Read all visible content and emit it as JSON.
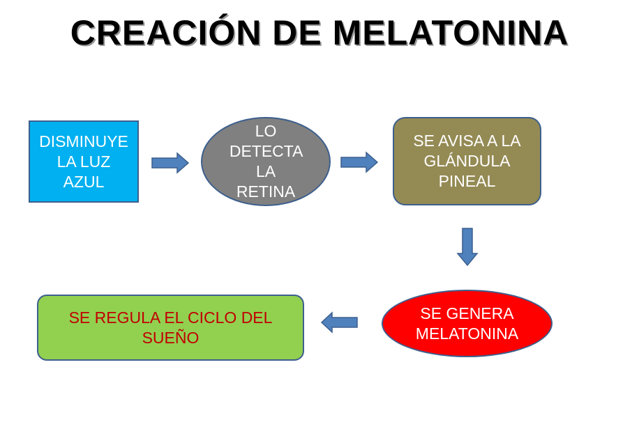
{
  "title": "CREACIÓN DE MELATONINA",
  "steps": [
    {
      "text": "DISMINUYE LA LUZ AZUL",
      "color": "#00B0F0"
    },
    {
      "text": "LO DETECTA LA RETINA",
      "color": "#808080"
    },
    {
      "text": "SE AVISA A LA GLÁNDULA PINEAL",
      "color": "#948A54"
    },
    {
      "text": "SE GENERA MELATONINA",
      "color": "#FF0000"
    },
    {
      "text": "SE REGULA EL CICLO DEL SUEÑO",
      "color": "#92D050",
      "text_color": "#C00000"
    }
  ],
  "arrow_color": "#4F81BD"
}
